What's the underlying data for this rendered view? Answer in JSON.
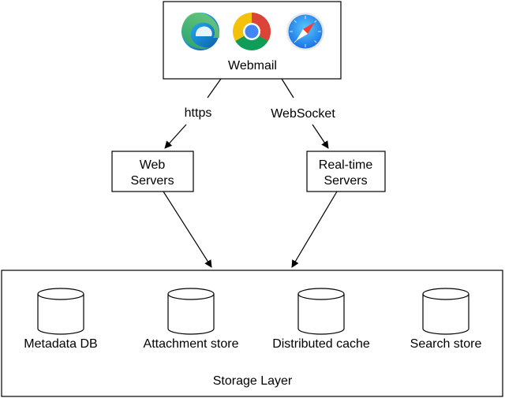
{
  "client": {
    "label": "Webmail",
    "browsers": [
      {
        "name": "edge-icon"
      },
      {
        "name": "chrome-icon"
      },
      {
        "name": "safari-icon"
      }
    ]
  },
  "edges": {
    "https": "https",
    "websocket": "WebSocket"
  },
  "web_servers": {
    "line1": "Web",
    "line2": "Servers"
  },
  "realtime_servers": {
    "line1": "Real-time",
    "line2": "Servers"
  },
  "storage_layer": {
    "label": "Storage Layer",
    "stores": [
      {
        "label": "Metadata DB"
      },
      {
        "label": "Attachment store"
      },
      {
        "label": "Distributed cache"
      },
      {
        "label": "Search store"
      }
    ]
  },
  "colors": {
    "edge_blue": "#0c59a4",
    "edge_green": "#40b66b",
    "chrome_red": "#db4437",
    "chrome_yellow": "#f4c20d",
    "chrome_green": "#0f9d58",
    "chrome_blue": "#4285f4",
    "safari_blue": "#1e90ff"
  }
}
